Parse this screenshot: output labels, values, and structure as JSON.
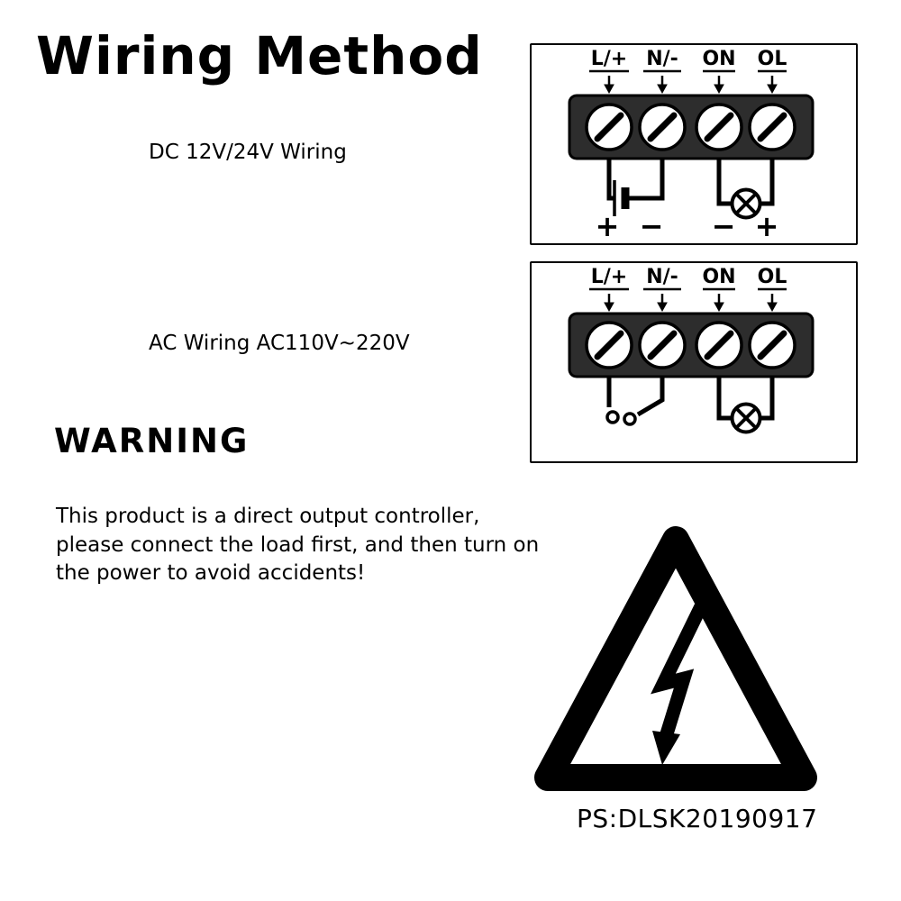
{
  "page": {
    "title": "Wiring Method",
    "ps_code": "PS:DLSK20190917"
  },
  "dc_diagram": {
    "label": "DC 12V/24V Wiring",
    "terminals": [
      "L/+",
      "N/-",
      "ON",
      "OL"
    ],
    "polarity": [
      "+",
      "−",
      "−",
      "+"
    ],
    "symbols": [
      "battery-symbol",
      "lamp-symbol"
    ]
  },
  "ac_diagram": {
    "label": "AC Wiring AC110V~220V",
    "terminals": [
      "L/+",
      "N/-",
      "ON",
      "OL"
    ],
    "symbols": [
      "plug-symbol",
      "lamp-symbol"
    ]
  },
  "warning": {
    "heading": "WARNING",
    "text": "This product is a direct output controller, please connect the load first, and then turn on the power to avoid accidents!"
  },
  "colors": {
    "terminal_block": "#2d2d2d",
    "ink": "#000000",
    "background": "#ffffff"
  }
}
